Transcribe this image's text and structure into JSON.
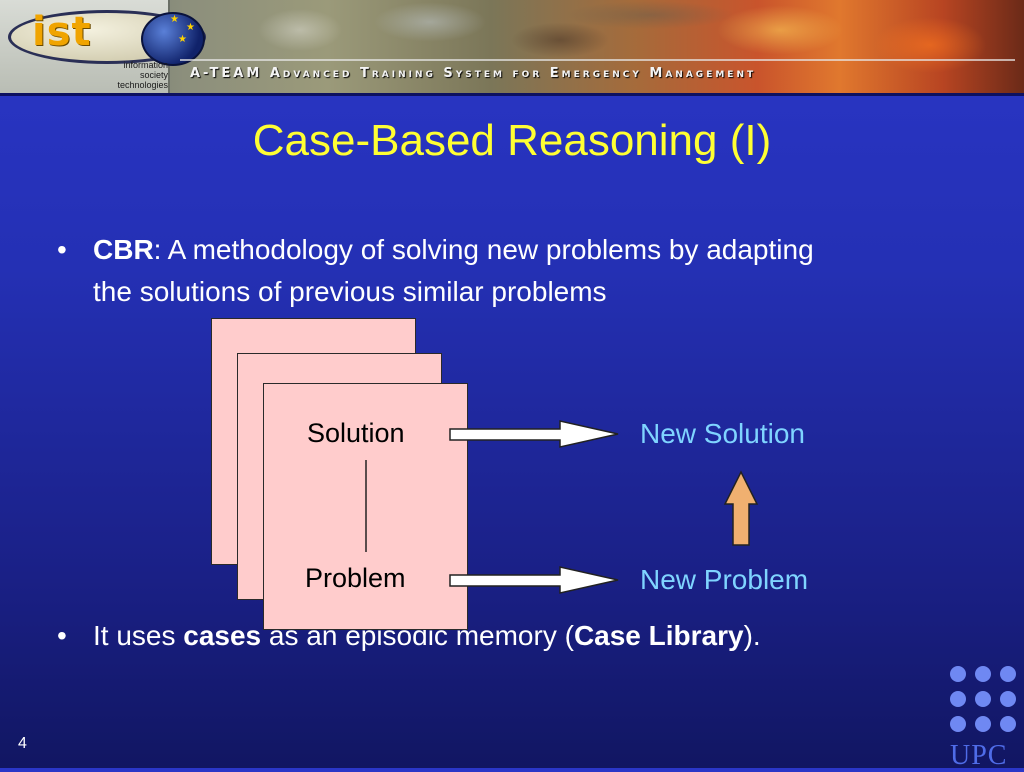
{
  "banner": {
    "logo_text": "ist",
    "logo_subtitle_lines": [
      "information",
      "society",
      "technologies"
    ],
    "title": "A-TEAM Advanced Training System for Emergency Management"
  },
  "slide": {
    "title": "Case-Based Reasoning (I)",
    "bullet1": {
      "bullet_char": "•",
      "term": "CBR",
      "rest_line1": ": A methodology of solving new problems by adapting",
      "line2": "the solutions of previous similar problems"
    },
    "bullet2": {
      "bullet_char": "•",
      "prefix": "It uses ",
      "term1": "cases",
      "middle": " as an episodic memory (",
      "term2": "Case Library",
      "suffix": ")."
    },
    "page_number": "4"
  },
  "diagram": {
    "card_solution_label": "Solution",
    "card_problem_label": "Problem",
    "new_solution_label": "New Solution",
    "new_problem_label": "New Problem",
    "colors": {
      "card_fill": "#ffcccc",
      "new_label": "#7fd4ff",
      "up_arrow": "#f0b070",
      "title": "#ffff33"
    }
  },
  "upc_logo": {
    "text": "UPC",
    "color": "#6f88f2"
  }
}
